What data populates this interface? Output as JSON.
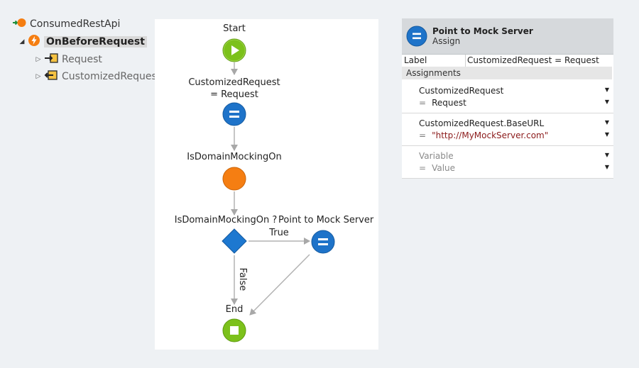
{
  "tree": {
    "root": {
      "label": "ConsumedRestApi",
      "icon": "rest-api-icon"
    },
    "action": {
      "label": "OnBeforeRequest",
      "icon": "lightning-action-icon"
    },
    "params": [
      {
        "label": "Request",
        "icon": "input-parameter-icon"
      },
      {
        "label": "CustomizedRequest",
        "icon": "output-parameter-icon"
      }
    ]
  },
  "flow": {
    "start": "Start",
    "assign_label_line1": "CustomizedRequest",
    "assign_label_line2": "= Request",
    "if_label": "IsDomainMockingOn",
    "decision_label": "IsDomainMockingOn ?",
    "assign2_label": "Point to Mock Server",
    "true_label": "True",
    "false_label": "False",
    "end": "End"
  },
  "props": {
    "title": "Point to Mock Server",
    "subtitle": "Assign",
    "label_key": "Label",
    "label_value": "CustomizedRequest = Request",
    "assignments_header": "Assignments",
    "assignments": [
      {
        "variable": "CustomizedRequest",
        "eq": "=",
        "value": "Request"
      },
      {
        "variable": "CustomizedRequest.BaseURL",
        "eq": "=",
        "value": "\"http://MyMockServer.com\""
      },
      {
        "variable": "Variable",
        "eq": "=",
        "value": "Value"
      }
    ]
  },
  "colors": {
    "start_green": "#7cc11b",
    "assign_blue": "#1e73c9",
    "if_orange": "#f57e12",
    "decision_blue": "#1d78d0",
    "string_red": "#8b1a1a"
  }
}
